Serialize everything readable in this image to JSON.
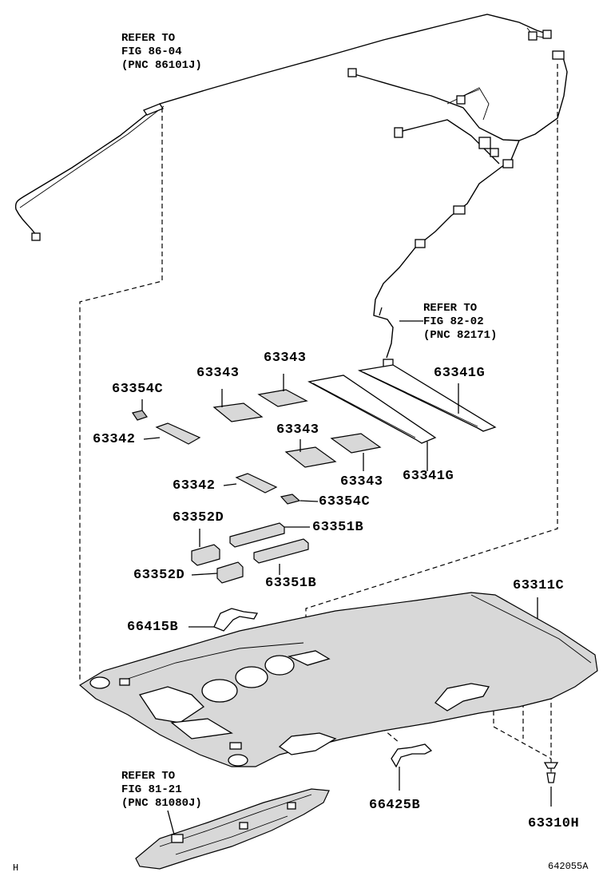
{
  "references": [
    {
      "line1": "REFER TO",
      "line2": "FIG 86-04",
      "line3": "(PNC 86101J)"
    },
    {
      "line1": "REFER TO",
      "line2": "FIG 82-02",
      "line3": "(PNC 82171)"
    },
    {
      "line1": "REFER TO",
      "line2": "FIG 81-21",
      "line3": "(PNC 81080J)"
    }
  ],
  "parts": {
    "p63343_a": "63343",
    "p63343_b": "63343",
    "p63343_c": "63343",
    "p63343_d": "63343",
    "p63354c_a": "63354C",
    "p63354c_b": "63354C",
    "p63342_a": "63342",
    "p63342_b": "63342",
    "p63341g_a": "63341G",
    "p63341g_b": "63341G",
    "p63352d_a": "63352D",
    "p63352d_b": "63352D",
    "p63351b_a": "63351B",
    "p63351b_b": "63351B",
    "p63311c": "63311C",
    "p66415b": "66415B",
    "p66425b": "66425B",
    "p63310h": "63310H"
  },
  "corner_mark": "H",
  "diagram_id": "642055A"
}
